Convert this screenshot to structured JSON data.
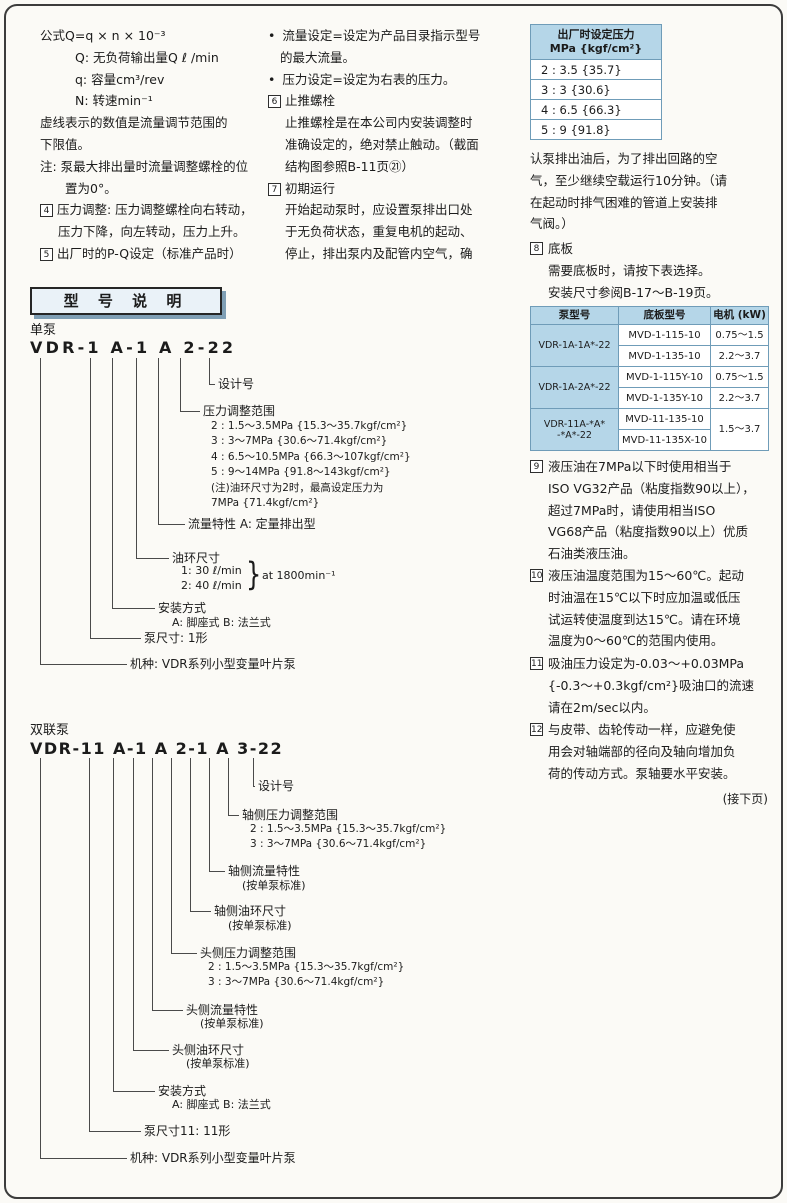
{
  "columns": {
    "left": {
      "formula": "公式Q=q × n × 10⁻³",
      "formula_defs": [
        "Q: 无负荷输出量Q ℓ /min",
        "q: 容量cm³/rev",
        "N: 转速min⁻¹"
      ],
      "dashed_note": [
        "虚线表示的数值是流量调节范围的",
        "下限值。"
      ],
      "note": [
        "注: 泵最大排出量时流量调整螺栓的位",
        "置为0°。"
      ],
      "item4": {
        "num": "4",
        "lines": [
          "压力调整: 压力调整螺栓向右转动，",
          "压力下降，向左转动，压力上升。"
        ]
      },
      "item5": {
        "num": "5",
        "line": "出厂时的P-Q设定（标准产品时）"
      }
    },
    "middle": {
      "bullet1": [
        "流量设定=设定为产品目录指示型号",
        "的最大流量。"
      ],
      "bullet2": "压力设定=设定为右表的压力。",
      "item6": {
        "num": "6",
        "title": "止推螺栓",
        "lines": [
          "止推螺栓是在本公司内安装调整时",
          "准确设定的，绝对禁止触动。（截面",
          "结构图参照B-11页㉑）"
        ]
      },
      "item7": {
        "num": "7",
        "title": "初期运行",
        "lines": [
          "开始起动泵时，应设置泵排出口处",
          "于无负荷状态，重复电机的起动、",
          "停止，排出泵内及配管内空气，确"
        ]
      }
    },
    "right": {
      "pressure_table": {
        "header": [
          "出厂时设定压力",
          "MPa {kgf/cm²}"
        ],
        "rows": [
          "2 : 3.5  {35.7}",
          "3 : 3  {30.6}",
          "4 : 6.5  {66.3}",
          "5 : 9  {91.8}"
        ]
      },
      "para_air": [
        "认泵排出油后，为了排出回路的空",
        "气，至少继续空载运行10分钟。（请",
        "在起动时排气困难的管道上安装排",
        "气阀。）"
      ],
      "item8": {
        "num": "8",
        "title": "底板",
        "lines": [
          "需要底板时，请按下表选择。",
          "安装尺寸参阅B-17～B-19页。"
        ]
      },
      "baseplate_table": {
        "headers": [
          "泵型号",
          "底板型号",
          "电机 (kW)"
        ],
        "groups": [
          {
            "pump": "VDR-1A-1A*-22",
            "rows": [
              [
                "MVD-1-115-10",
                "0.75～1.5"
              ],
              [
                "MVD-1-135-10",
                "2.2～3.7"
              ]
            ]
          },
          {
            "pump": "VDR-1A-2A*-22",
            "rows": [
              [
                "MVD-1-115Y-10",
                "0.75～1.5"
              ],
              [
                "MVD-1-135Y-10",
                "2.2～3.7"
              ]
            ]
          },
          {
            "pump_lines": [
              "VDR-11A-*A*",
              "-*A*-22"
            ],
            "boards": [
              "MVD-11-135-10",
              "MVD-11-135X-10"
            ],
            "motor": "1.5～3.7"
          }
        ]
      },
      "item9": {
        "num": "9",
        "lines": [
          "液压油在7MPa以下时使用相当于",
          "ISO VG32产品（粘度指数90以上），",
          "超过7MPa时，请使用相当ISO",
          "VG68产品（粘度指数90以上）优质",
          "石油类液压油。"
        ]
      },
      "item10": {
        "num": "10",
        "lines": [
          "液压油温度范围为15～60℃。起动",
          "时油温在15℃以下时应加温或低压",
          "试运转使温度到达15℃。请在环境",
          "温度为0～60℃的范围内使用。"
        ]
      },
      "item11": {
        "num": "11",
        "lines": [
          "吸油压力设定为-0.03～+0.03MPa",
          "{-0.3～+0.3kgf/cm²}吸油口的流速",
          "请在2m/sec以内。"
        ]
      },
      "item12": {
        "num": "12",
        "lines": [
          "与皮带、齿轮传动一样，应避免使",
          "用会对轴端部的径向及轴向增加负",
          "荷的传动方式。泵轴要水平安装。"
        ]
      },
      "next_page": "(接下页)"
    }
  },
  "model_section": {
    "title": "型 号 说 明",
    "single": {
      "type_label": "单泵",
      "code": "VDR-1 A-1 A 2-22",
      "design": "设计号",
      "pressure": {
        "label": "压力调整范围",
        "lines": [
          "2 : 1.5～3.5MPa {15.3～35.7kgf/cm²}",
          "3 : 3～7MPa {30.6～71.4kgf/cm²}",
          "4 : 6.5～10.5MPa {66.3～107kgf/cm²}",
          "5 : 9～14MPa {91.8～143kgf/cm²}",
          "(注)油环尺寸为2时，最高设定压力为",
          "7MPa {71.4kgf/cm²}"
        ]
      },
      "flow": "流量特性 A: 定量排出型",
      "oil_ring": {
        "label": "油环尺寸",
        "lines": [
          "1: 30 ℓ/min",
          "2: 40 ℓ/min"
        ],
        "brace": "}",
        "at_note": "at 1800min⁻¹"
      },
      "mounting": {
        "label": "安装方式",
        "line": "A: 脚座式 B: 法兰式"
      },
      "size": "泵尺寸: 1形",
      "series": "机种: VDR系列小型变量叶片泵"
    },
    "double": {
      "type_label": "双联泵",
      "code": "VDR-11 A-1 A 2-1 A 3-22",
      "design": "设计号",
      "shaft_pressure": {
        "label": "轴侧压力调整范围",
        "lines": [
          "2 : 1.5～3.5MPa {15.3～35.7kgf/cm²}",
          "3 : 3～7MPa {30.6～71.4kgf/cm²}"
        ]
      },
      "shaft_flow": {
        "label": "轴侧流量特性",
        "note": "(按单泵标准)"
      },
      "shaft_oil": {
        "label": "轴侧油环尺寸",
        "note": "(按单泵标准)"
      },
      "head_pressure": {
        "label": "头侧压力调整范围",
        "lines": [
          "2 : 1.5～3.5MPa {15.3～35.7kgf/cm²}",
          "3 : 3～7MPa {30.6～71.4kgf/cm²}"
        ]
      },
      "head_flow": {
        "label": "头侧流量特性",
        "note": "(按单泵标准)"
      },
      "head_oil": {
        "label": "头侧油环尺寸",
        "note": "(按单泵标准)"
      },
      "mounting": {
        "label": "安装方式",
        "line": "A: 脚座式 B: 法兰式"
      },
      "size": "泵尺寸11: 11形",
      "series": "机种: VDR系列小型变量叶片泵"
    }
  },
  "colors": {
    "table_header": "#b5d6e8",
    "table_border": "#6f9cb8",
    "box_shadow": "#7f9fb5"
  }
}
